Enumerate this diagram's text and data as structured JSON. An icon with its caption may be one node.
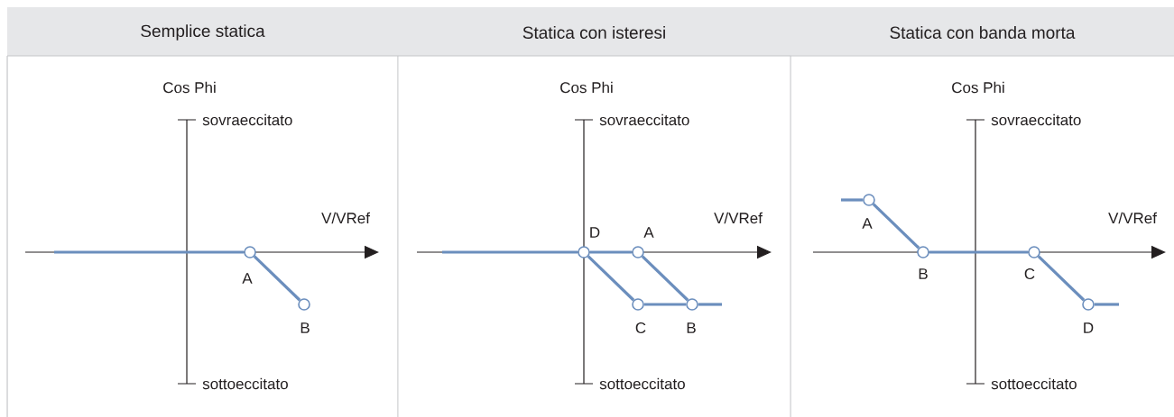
{
  "diagram": {
    "nodes": [
      {
        "text": [
          "Semplice statica"
        ]
      },
      {
        "text": [],
        "shape": "circle",
        "beside": [
          "A"
        ],
        "in": 0
      },
      {
        "text": [],
        "shape": "circle",
        "beside": [
          "B"
        ],
        "in": 0
      },
      {
        "text": [
          "Statica con isteresi"
        ]
      },
      {
        "text": [],
        "shape": "circle",
        "beside": [
          "D"
        ],
        "in": 3
      },
      {
        "text": [],
        "shape": "circle",
        "beside": [
          "A"
        ],
        "in": 3
      },
      {
        "text": [],
        "shape": "circle",
        "beside": [
          "C"
        ],
        "in": 3
      },
      {
        "text": [],
        "shape": "circle",
        "beside": [
          "B"
        ],
        "in": 3
      },
      {
        "text": [
          "Statica con banda morta"
        ]
      },
      {
        "text": [],
        "shape": "circle",
        "beside": [
          "A"
        ],
        "in": 8
      },
      {
        "text": [],
        "shape": "circle",
        "beside": [
          "B"
        ],
        "in": 8
      },
      {
        "text": [],
        "shape": "circle",
        "beside": [
          "C"
        ],
        "in": 8
      },
      {
        "text": [],
        "shape": "circle",
        "beside": [
          "D"
        ],
        "in": 8
      }
    ],
    "edges": [
      {
        "from": null,
        "to": 1,
        "arrow": "none"
      },
      {
        "from": 1,
        "to": 2,
        "arrow": "none"
      },
      {
        "from": null,
        "to": 4,
        "arrow": "none"
      },
      {
        "from": 4,
        "to": 5,
        "arrow": "none"
      },
      {
        "from": 4,
        "to": 6,
        "arrow": "none"
      },
      {
        "from": 5,
        "to": 7,
        "arrow": "none"
      },
      {
        "from": 6,
        "to": 7,
        "arrow": "none"
      },
      {
        "from": 7,
        "to": null,
        "arrow": "none"
      },
      {
        "from": null,
        "to": 9,
        "arrow": "none"
      },
      {
        "from": 9,
        "to": 10,
        "arrow": "none"
      },
      {
        "from": 10,
        "to": 11,
        "arrow": "none"
      },
      {
        "from": 11,
        "to": 12,
        "arrow": "none"
      },
      {
        "from": 12,
        "to": null,
        "arrow": "none"
      }
    ],
    "labels": [
      "Cos Phi",
      "sovraeccitato",
      "V/VRef",
      "sottoeccitato",
      "Cos Phi",
      "sovraeccitato",
      "V/VRef",
      "sottoeccitato",
      "Cos Phi",
      "sovraeccitato",
      "V/VRef",
      "sottoeccitato"
    ]
  }
}
